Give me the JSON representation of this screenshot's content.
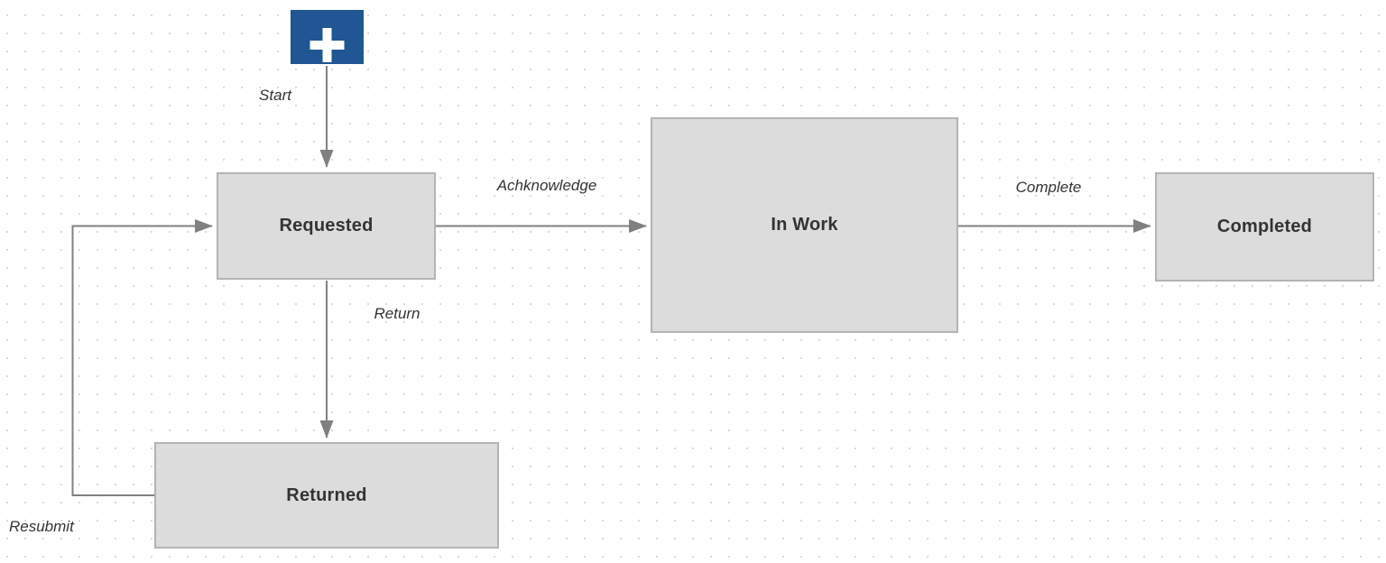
{
  "diagram": {
    "type": "workflow-state-diagram"
  },
  "palette": {
    "background": "#ffffff",
    "grid_dot": "#d9d9d9",
    "node_fill": "#dcdcdc",
    "node_border": "#b3b3b3",
    "node_text": "#333333",
    "edge_color": "#808080",
    "label_text": "#333333",
    "start_node_fill": "#1f5693",
    "start_node_glyph_color": "#ffffff"
  },
  "nodes": [
    {
      "id": "start",
      "type": "start-button",
      "label": "+"
    },
    {
      "id": "requested",
      "type": "state",
      "label": "Requested"
    },
    {
      "id": "in-work",
      "type": "state",
      "label": "In Work"
    },
    {
      "id": "completed",
      "type": "state",
      "label": "Completed"
    },
    {
      "id": "returned",
      "type": "state",
      "label": "Returned"
    }
  ],
  "edges": [
    {
      "id": "start-edge",
      "label": "Start",
      "from": "start",
      "to": "requested"
    },
    {
      "id": "acknowledge-edge",
      "label": "Achknowledge",
      "from": "requested",
      "to": "in-work"
    },
    {
      "id": "complete-edge",
      "label": "Complete",
      "from": "in-work",
      "to": "completed"
    },
    {
      "id": "return-edge",
      "label": "Return",
      "from": "requested",
      "to": "returned"
    },
    {
      "id": "resubmit-edge",
      "label": "Resubmit",
      "from": "returned",
      "to": "requested"
    }
  ]
}
